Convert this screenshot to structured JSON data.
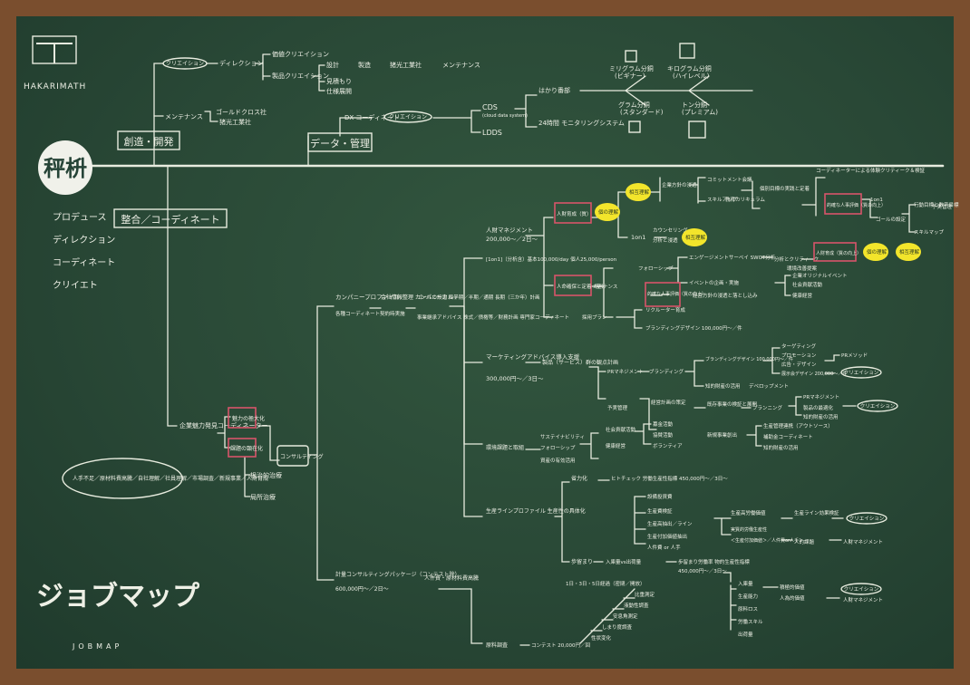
{
  "brand": {
    "logo_text": "HAKARIMATH",
    "jobmap_title": "ジョブマップ",
    "jobmap_sub": "JOBMAP"
  },
  "center": {
    "kanji": "秤枡"
  },
  "roles": [
    "プロデュース",
    "ディレクション",
    "コーディネート",
    "クリイエト"
  ],
  "branches": {
    "creation": "創造・開発",
    "data": "データ・管理",
    "integration": "整合／コーディネート"
  },
  "top_area": {
    "creation_tag": "クリエイション",
    "direction": "ディレクション",
    "value_creation": "価値クリエイション",
    "product_creation": "製品クリエイション",
    "chain": [
      "設計",
      "製造",
      "猪光工業社",
      "メンテナンス"
    ],
    "estimate": "見積もり",
    "spec": "仕様展開",
    "maintenance": "メンテナンス",
    "goldcross": "ゴールドクロス社",
    "sanko": "猪光工業社",
    "dx": "DX コーディネート",
    "creation_tag2": "クリエイション",
    "cds": "CDS",
    "cds_sub": "(cloud data system)",
    "ldds": "LDDS",
    "scale": "はかり番部",
    "monitor": "24時間 モニタリングシステム",
    "weights": [
      {
        "name": "ミリグラム分銅",
        "sub": "(ビギナー)"
      },
      {
        "name": "キログラム分銅",
        "sub": "(ハイレベル)"
      },
      {
        "name": "グラム分銅",
        "sub": "(スタンダード)"
      },
      {
        "name": "トン分銅",
        "sub": "(プレミアム)"
      }
    ]
  },
  "integration": {
    "company_attraction": "企業魅力発見コーディネーター",
    "problems_note": "人手不足／原材料費高騰／自社理解／社員理解／市場調査／新規事業／人財育成",
    "visualize": "魅力の極大化",
    "issue_visualize": "課題の顕在化",
    "root_cure": "根治的治療",
    "local_cure": "局所治療",
    "consulting": "コンサルティング",
    "company_profile": "カンパニープロファイル",
    "profile_items": "各種コーディネート契約時実施",
    "company_info": "会社情報整理 カンパニーカルテ",
    "goal_setting": "ゴールの設定 四半期／半期／通期 長期（三か年）計画",
    "business_support": "事業継承アドバイス 株式／債権等／財務計画 専門家コーディネート",
    "hr_management": "人財マネジメント",
    "hr_price": "200,000〜／2日〜",
    "hr_1on1": "[1on1]（分析含）基本100,000/day 個人25,000/person",
    "hr_development": "人財育成（質）",
    "hr_secure": "人命確保と定着（量）",
    "mutual": "相互理解",
    "individual_understanding": "個の理解",
    "oneonone": "1on1",
    "counseling": "カウンセリング",
    "analysis": "分析と浸透",
    "mutual2": "相互理解",
    "corporate_culture": "企業方針の浸透",
    "commitment": "コミットメント会議",
    "skillup": "スキルアップ",
    "education": "教育カリキュラム",
    "org_goal": "個別目標の実践と定着",
    "coordinator_evaluation": "コーディネーターによる体験クリティーク＆検証",
    "appropriate_eval": "的確な人事評価（質の向上）",
    "onone2": "1on1",
    "goal_setting2": "ゴールの設定",
    "action": "行動目標と数字目標",
    "next_manage": "予実管理",
    "skillmap": "スキルマップ",
    "governance": "ガバナンス",
    "followup": "フォローシップ",
    "engagement": "エンゲージメントサーベイ SWOT分析",
    "analysis_critique": "分析とクリティーク",
    "env_improve": "環境改善提案",
    "events": "イベントの企画・実施",
    "internal_events": "企業オリジナルイベント",
    "social_contrib": "社会貢献活動",
    "health": "健康経営",
    "appropriate_eval2": "的確な人事評価（質の向上）",
    "policy_sync": "経営方針の浸透と落とし込み",
    "hr_dev2": "人財育成（質の向上）",
    "indiv2": "個の理解",
    "mutual3": "相互理解",
    "recruitment": "採用プラン",
    "recruiter": "リクルーター育成",
    "branding_design": "ブランディングデザイン 100,000円〜／件",
    "marketing": "マーケティングアドバイス導入支援",
    "marketing_price": "300,000円〜／3日〜",
    "products_services": "製品（サービス）群の観点計画",
    "pr_management": "PRマネジメント",
    "branding": "ブランディング",
    "branding_design2": "ブランディングデザイン 100,000円〜／件",
    "targeting": "ターゲティング",
    "promotion": "プロモーション",
    "ad_design": "広告・デザイン",
    "exhibition": "展示会デザイン 200,000〜／件",
    "pr_method": "PRメソッド",
    "creation_tag3": "クリエイション",
    "ip_use": "知的財産の活用",
    "dev_mgmt": "デベロップメント",
    "budget_mgmt": "予実管理",
    "management_plan": "経営計画の策定",
    "existing_biz": "既存事業の検証と展開",
    "planning": "プランニング",
    "pr_management2": "PRマネジメント",
    "product_max": "製品の最適化",
    "creation_tag4": "クリエイション",
    "ip_use2": "知的財産の活用",
    "new_biz": "新規事業創出",
    "production_mgmt": "生産管理連携（アウトソース）",
    "subsidy": "補助金コーディネート",
    "ip_use3": "知的財産の活用",
    "env_issue": "環境課題と取組",
    "sustainability": "サステイナビリティ",
    "follow2": "フォローシップ",
    "resource": "資産の有効活用",
    "social_activity": "社会貢献活動",
    "cooperation": "協賛活動",
    "health2": "健康経営",
    "npo": "募金活動",
    "volunteer": "ボランティア",
    "production_line": "生産ラインプロファイル 生産性の具体化",
    "labor_saving": "省力化",
    "hi_check": "ヒトチェック 労働生産性指標 450,000円〜／3日〜",
    "equipment": "設備投資費",
    "production_cost": "生産費検証",
    "production_line2": "生産高抽出／ライン",
    "value_added": "生産付加価値抽出",
    "labor_cost": "人件費 or 人手",
    "production_value": "生産高労働価値",
    "production_line_eff": "生産ライン効果検証",
    "creation_tag5": "クリエイション",
    "real_prod": "実質的労働生産性",
    "value_labor": "＜生産付加価値＞／人件費or人手＞",
    "hr_value": "人的課題",
    "hr_mgmt2": "人財マネジメント",
    "yield": "歩留まり",
    "input_vs_output": "入庫量vs出荷量",
    "yield_check": "歩留まり労働率 物的生産性指標",
    "yield_price": "450,000円〜／3日〜",
    "consulting_plan": "計量コンサルティングパッケージ（コンテスト除）",
    "consulting_price": "600,000円〜／2日〜",
    "labor_material": "人件費・原材料費高騰",
    "schedule": "1日・3日・5日経過（密閉／開放）",
    "weight_measure": "比重測定",
    "liquid_test": "液動性調査",
    "stability": "安息角測定",
    "rotation": "しまり度調査",
    "property_change": "性状変化",
    "raw_material": "原料調査",
    "contest": "コンテスト 20,000円／回",
    "input_amount": "入庫量",
    "production_capacity": "生産能力",
    "raw_cost": "原料ロス",
    "labor_skill": "労働スキル",
    "shipping": "出荷量",
    "value_focus": "積極的価値",
    "human_value": "人為的価値",
    "creation_tag6": "クリエイション",
    "hr_mgmt3": "人財マネジメント"
  }
}
